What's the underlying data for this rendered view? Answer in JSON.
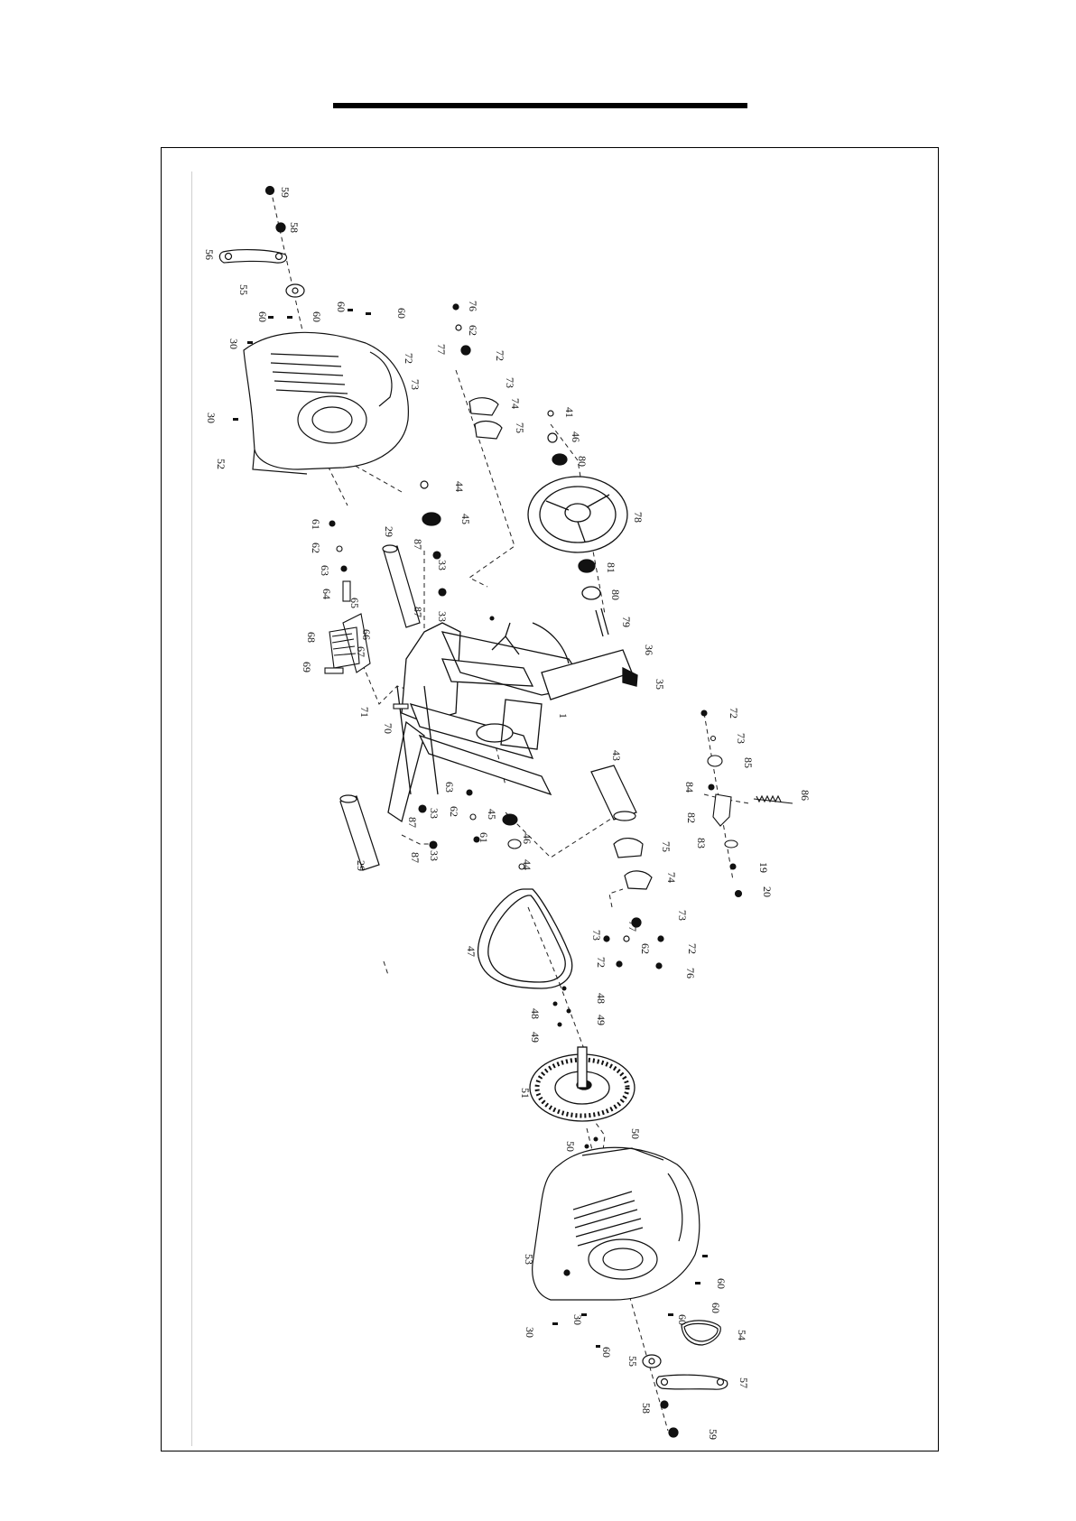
{
  "diagram": {
    "callouts": [
      {
        "text": "59"
      },
      {
        "text": "58"
      },
      {
        "text": "56"
      },
      {
        "text": "55"
      },
      {
        "text": "60"
      },
      {
        "text": "60"
      },
      {
        "text": "60"
      },
      {
        "text": "60"
      },
      {
        "text": "30"
      },
      {
        "text": "30"
      },
      {
        "text": "52"
      },
      {
        "text": "76"
      },
      {
        "text": "62"
      },
      {
        "text": "77"
      },
      {
        "text": "72"
      },
      {
        "text": "72"
      },
      {
        "text": "73"
      },
      {
        "text": "73"
      },
      {
        "text": "74"
      },
      {
        "text": "75"
      },
      {
        "text": "41"
      },
      {
        "text": "46"
      },
      {
        "text": "80"
      },
      {
        "text": "78"
      },
      {
        "text": "81"
      },
      {
        "text": "80"
      },
      {
        "text": "79"
      },
      {
        "text": "44"
      },
      {
        "text": "45"
      },
      {
        "text": "29"
      },
      {
        "text": "87"
      },
      {
        "text": "33"
      },
      {
        "text": "87"
      },
      {
        "text": "33"
      },
      {
        "text": "61"
      },
      {
        "text": "62"
      },
      {
        "text": "63"
      },
      {
        "text": "64"
      },
      {
        "text": "65"
      },
      {
        "text": "66"
      },
      {
        "text": "68"
      },
      {
        "text": "67"
      },
      {
        "text": "69"
      },
      {
        "text": "36"
      },
      {
        "text": "35"
      },
      {
        "text": "1"
      },
      {
        "text": "71"
      },
      {
        "text": "70"
      },
      {
        "text": "43"
      },
      {
        "text": "72"
      },
      {
        "text": "73"
      },
      {
        "text": "85"
      },
      {
        "text": "84"
      },
      {
        "text": "86"
      },
      {
        "text": "82"
      },
      {
        "text": "83"
      },
      {
        "text": "19"
      },
      {
        "text": "20"
      },
      {
        "text": "63"
      },
      {
        "text": "62"
      },
      {
        "text": "61"
      },
      {
        "text": "45"
      },
      {
        "text": "46"
      },
      {
        "text": "44"
      },
      {
        "text": "33"
      },
      {
        "text": "87"
      },
      {
        "text": "87"
      },
      {
        "text": "33"
      },
      {
        "text": "29"
      },
      {
        "text": "75"
      },
      {
        "text": "74"
      },
      {
        "text": "73"
      },
      {
        "text": "77"
      },
      {
        "text": "73"
      },
      {
        "text": "62"
      },
      {
        "text": "72"
      },
      {
        "text": "72"
      },
      {
        "text": "76"
      },
      {
        "text": "47"
      },
      {
        "text": "48"
      },
      {
        "text": "49"
      },
      {
        "text": "48"
      },
      {
        "text": "49"
      },
      {
        "text": "51"
      },
      {
        "text": "50"
      },
      {
        "text": "50"
      },
      {
        "text": "53"
      },
      {
        "text": "60"
      },
      {
        "text": "60"
      },
      {
        "text": "60"
      },
      {
        "text": "30"
      },
      {
        "text": "30"
      },
      {
        "text": "60"
      },
      {
        "text": "54"
      },
      {
        "text": "55"
      },
      {
        "text": "57"
      },
      {
        "text": "58"
      },
      {
        "text": "59"
      }
    ]
  }
}
